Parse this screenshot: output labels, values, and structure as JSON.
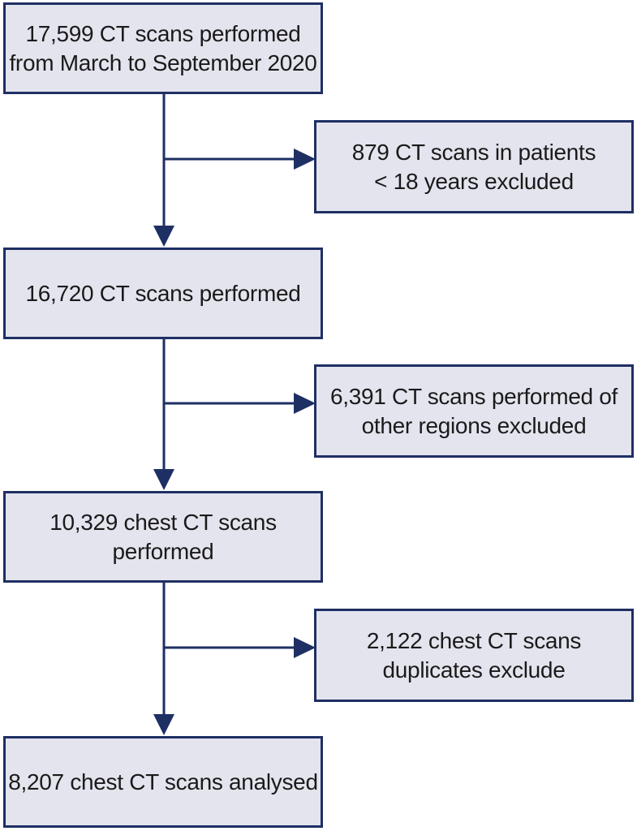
{
  "colors": {
    "box_fill": "#e4e4ef",
    "box_border": "#1e2f63",
    "arrow": "#1e2f63",
    "text": "#1a1a1a"
  },
  "main_steps": [
    {
      "lines": [
        "17,599 CT scans performed",
        "from March to September 2020"
      ]
    },
    {
      "lines": [
        "16,720 CT scans performed"
      ]
    },
    {
      "lines": [
        "10,329 chest CT scans",
        "performed"
      ]
    },
    {
      "lines": [
        "8,207 chest CT scans analysed"
      ]
    }
  ],
  "exclusions": [
    {
      "lines": [
        "879 CT scans in patients",
        "< 18 years excluded"
      ]
    },
    {
      "lines": [
        "6,391 CT scans performed of",
        "other regions excluded"
      ]
    },
    {
      "lines": [
        "2,122 chest CT scans",
        "duplicates exclude"
      ]
    }
  ]
}
